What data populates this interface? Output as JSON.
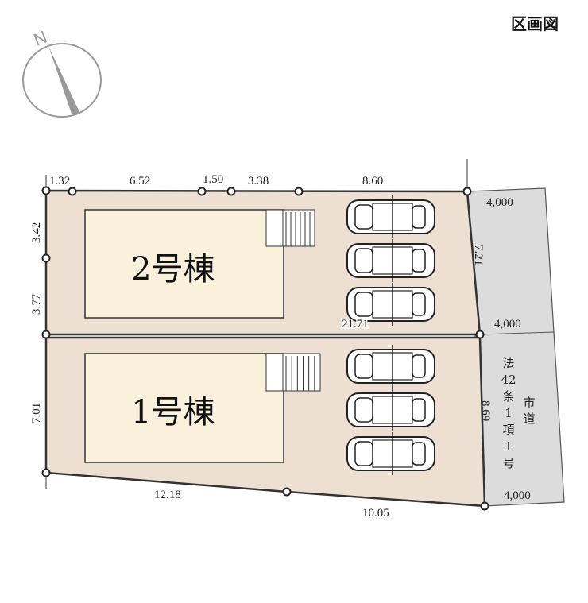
{
  "title": "区画図",
  "compass": {
    "label": "N"
  },
  "lots": [
    {
      "name": "2号棟",
      "parking_spaces": 3
    },
    {
      "name": "1号棟",
      "parking_spaces": 3
    }
  ],
  "dimensions": {
    "top": [
      "1.32",
      "6.52",
      "1.50",
      "3.38",
      "8.60"
    ],
    "left_lot2_upper": "3.42",
    "left_lot2_lower": "3.77",
    "left_lot1": "7.01",
    "boundary_between": "21.71",
    "right_lot2": "7.21",
    "right_lot1": "8.69",
    "bottom_left": "12.18",
    "bottom_right": "10.05"
  },
  "road": {
    "widths": [
      "4,000",
      "4,000",
      "4,000"
    ],
    "label_col1": [
      "法",
      "42",
      "条",
      "1",
      "項",
      "1",
      "号"
    ],
    "label_col2": [
      "市",
      "道"
    ]
  },
  "colors": {
    "lot": "#ede0d3",
    "building": "#faf1dc",
    "road": "#dcdcdc",
    "line": "#333333"
  }
}
